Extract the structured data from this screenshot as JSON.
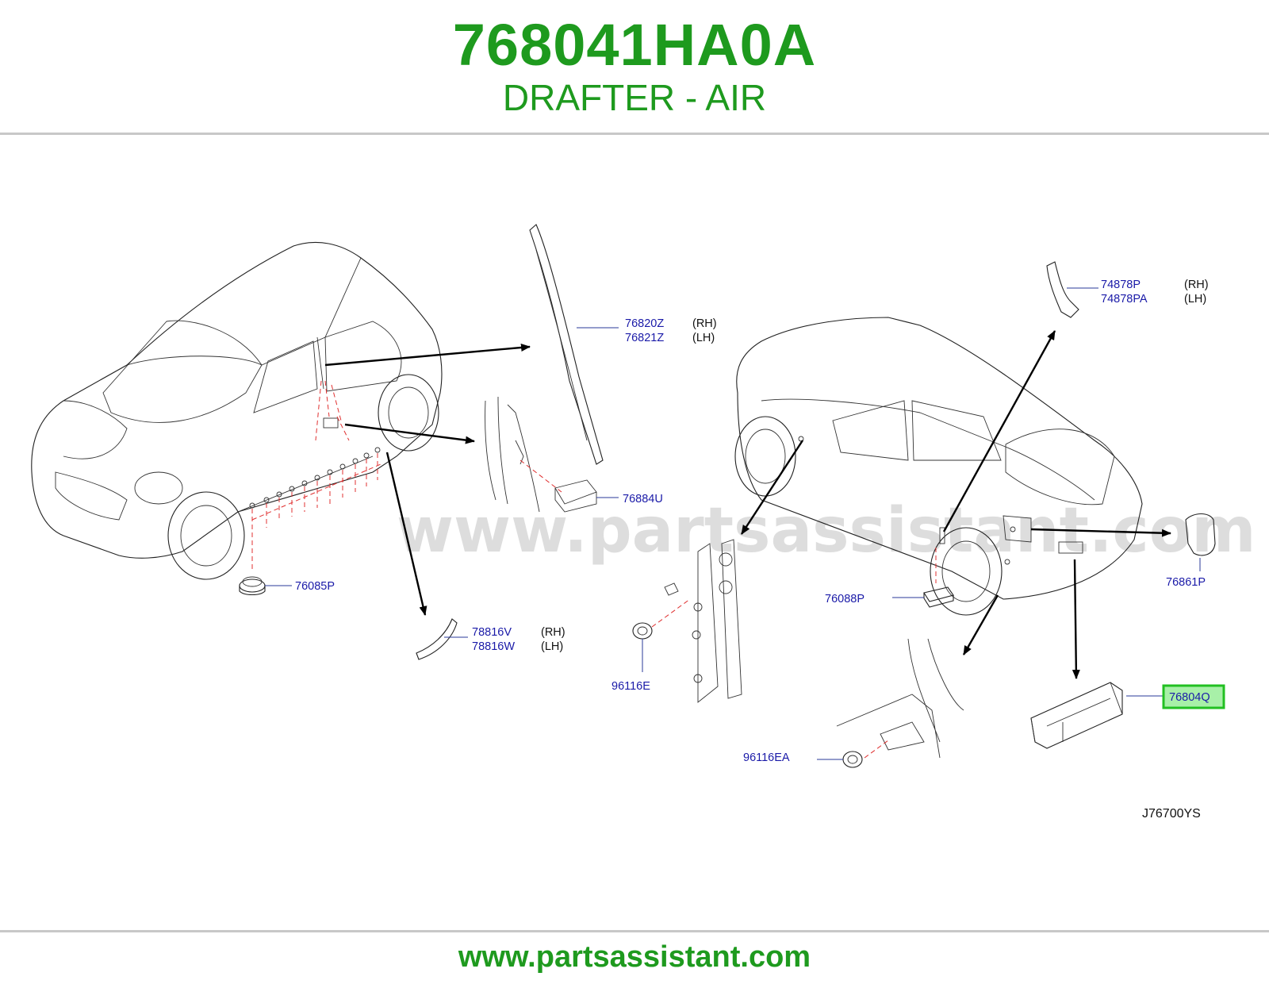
{
  "header": {
    "part_number": "768041HA0A",
    "part_name": "DRAFTER - AIR"
  },
  "watermark": "www.partsassistant.com",
  "footer": {
    "url": "www.partsassistant.com"
  },
  "diagram": {
    "reference_code": "J76700YS",
    "highlight_color": "#22c022",
    "callouts": [
      {
        "id": "76820Z",
        "side": "(RH)"
      },
      {
        "id": "76821Z",
        "side": "(LH)"
      },
      {
        "id": "76884U",
        "side": ""
      },
      {
        "id": "76085P",
        "side": ""
      },
      {
        "id": "78816V",
        "side": "(RH)"
      },
      {
        "id": "78816W",
        "side": "(LH)"
      },
      {
        "id": "74878P",
        "side": "(RH)"
      },
      {
        "id": "74878PA",
        "side": "(LH)"
      },
      {
        "id": "76088P",
        "side": ""
      },
      {
        "id": "76861P",
        "side": ""
      },
      {
        "id": "96116E",
        "side": ""
      },
      {
        "id": "96116EA",
        "side": ""
      },
      {
        "id": "76804Q",
        "side": "",
        "highlighted": true
      }
    ]
  }
}
